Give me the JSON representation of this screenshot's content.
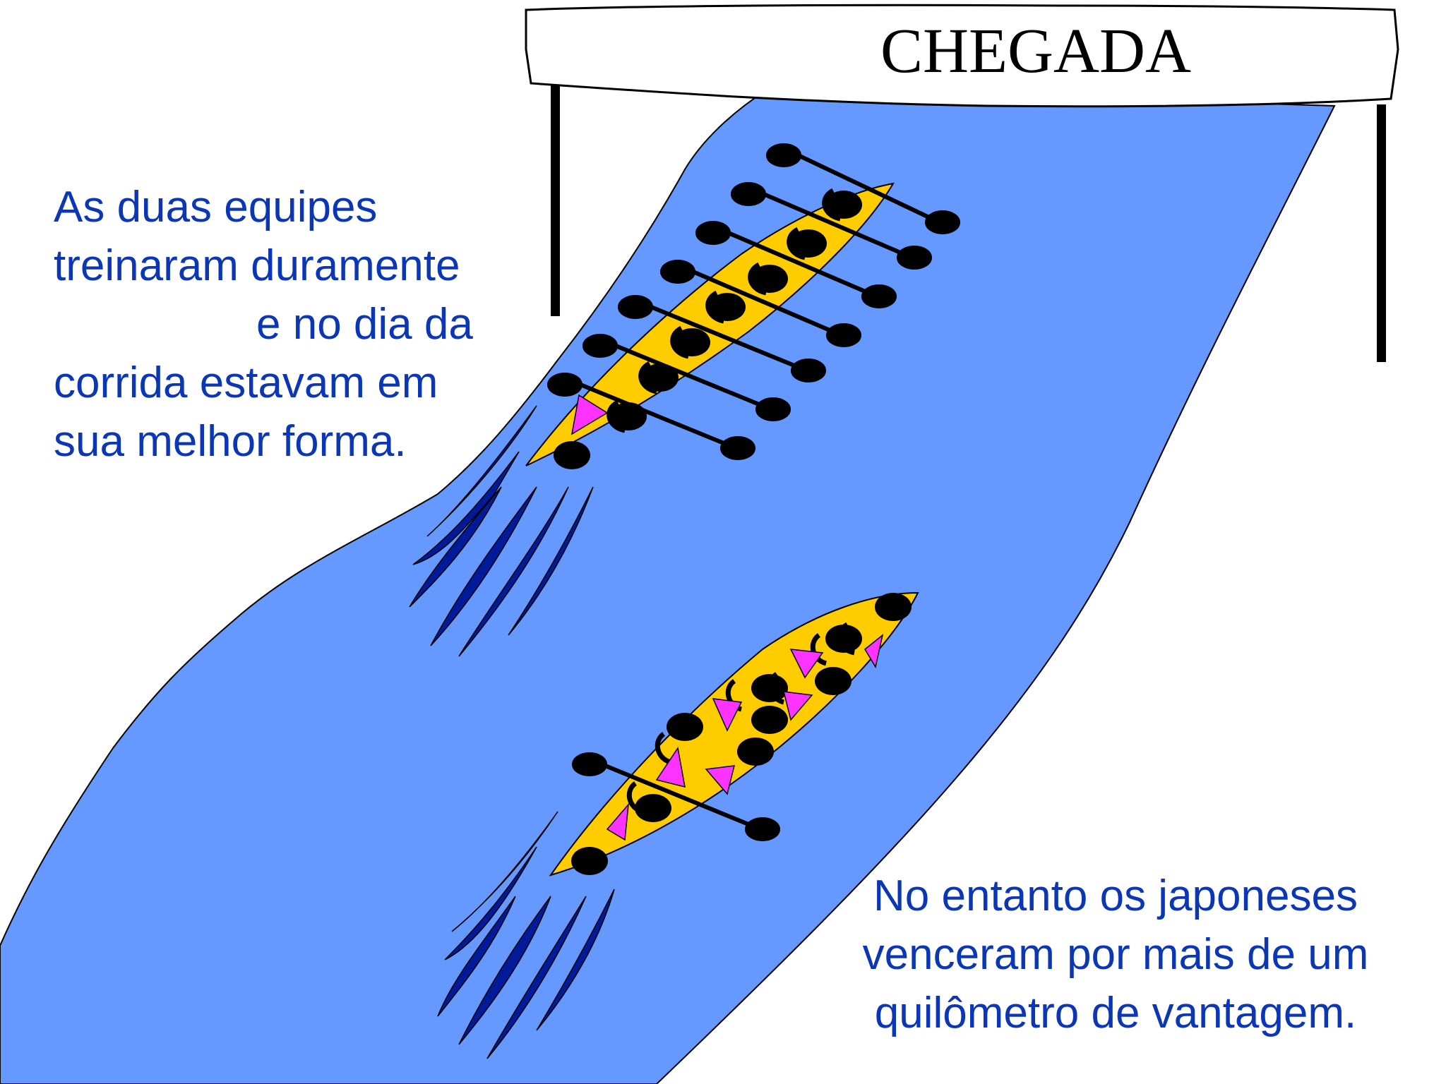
{
  "banner": {
    "label": "CHEGADA"
  },
  "caption_left": {
    "lines": [
      "As duas equipes",
      "treinaram duramente",
      "e no dia da",
      "corrida estavam em",
      "sua melhor forma."
    ]
  },
  "caption_right": {
    "lines": [
      "No entanto os japoneses",
      "venceram por mais de um",
      "quilômetro de vantagem."
    ]
  },
  "colors": {
    "river": "#6699ff",
    "boat": "#ffcc00",
    "wake": "#001a99",
    "rower": "#000000",
    "coach": "#ff33ff",
    "caption": "#0b36b6"
  },
  "boats": [
    {
      "name": "top-boat",
      "team": "rowers",
      "rowers_count": 7,
      "oars_count": 7
    },
    {
      "name": "bottom-boat",
      "team": "japanese",
      "rowers_count": 9,
      "oars_count": 1
    }
  ]
}
